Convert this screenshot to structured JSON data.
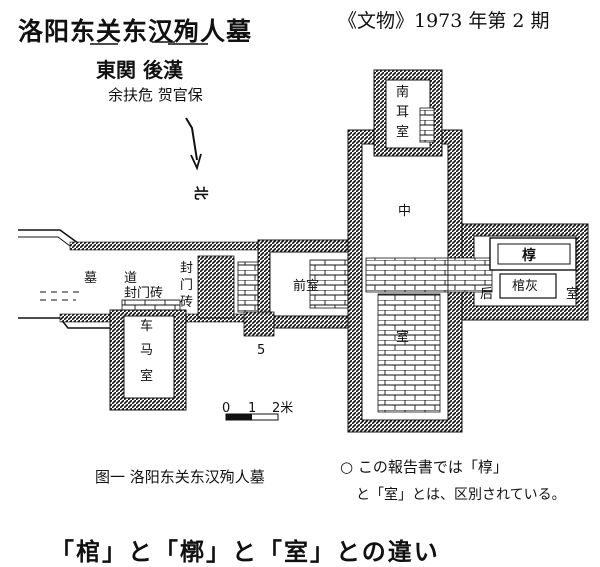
{
  "header": {
    "title": "洛阳东关东汉殉人墓",
    "source": "《文物》1973 年第 2 期",
    "handwritten_note": "東関  後漢",
    "authors": "余扶危  贺官保"
  },
  "diagram": {
    "north_label": "北",
    "rooms": {
      "south_ear": "南耳室",
      "middle_char": "中",
      "middle_bottom_char": "室",
      "front_room": "前室",
      "back_char": "后",
      "back_room_char": "室",
      "coffin": "椁",
      "coffin_ash": "棺灰",
      "tomb_path_left": "墓",
      "tomb_path_right": "道",
      "seal_brick_horizontal": "封门砖",
      "seal_brick_vertical_1": "封",
      "seal_brick_vertical_2": "门",
      "seal_brick_vertical_3": "砖",
      "chariot_room_1": "车",
      "chariot_room_2": "马",
      "chariot_room_3": "室"
    },
    "marker": "5",
    "scale": {
      "zero": "0",
      "one": "1",
      "two": "2米"
    }
  },
  "caption": "图一   洛阳东关东汉殉人墓",
  "annotation": {
    "line1": "○ この報告書では「椁」",
    "line2": "と「室」とは、区別されている。"
  },
  "bottom_note": "「棺」と「槨」と「室」との違い"
}
